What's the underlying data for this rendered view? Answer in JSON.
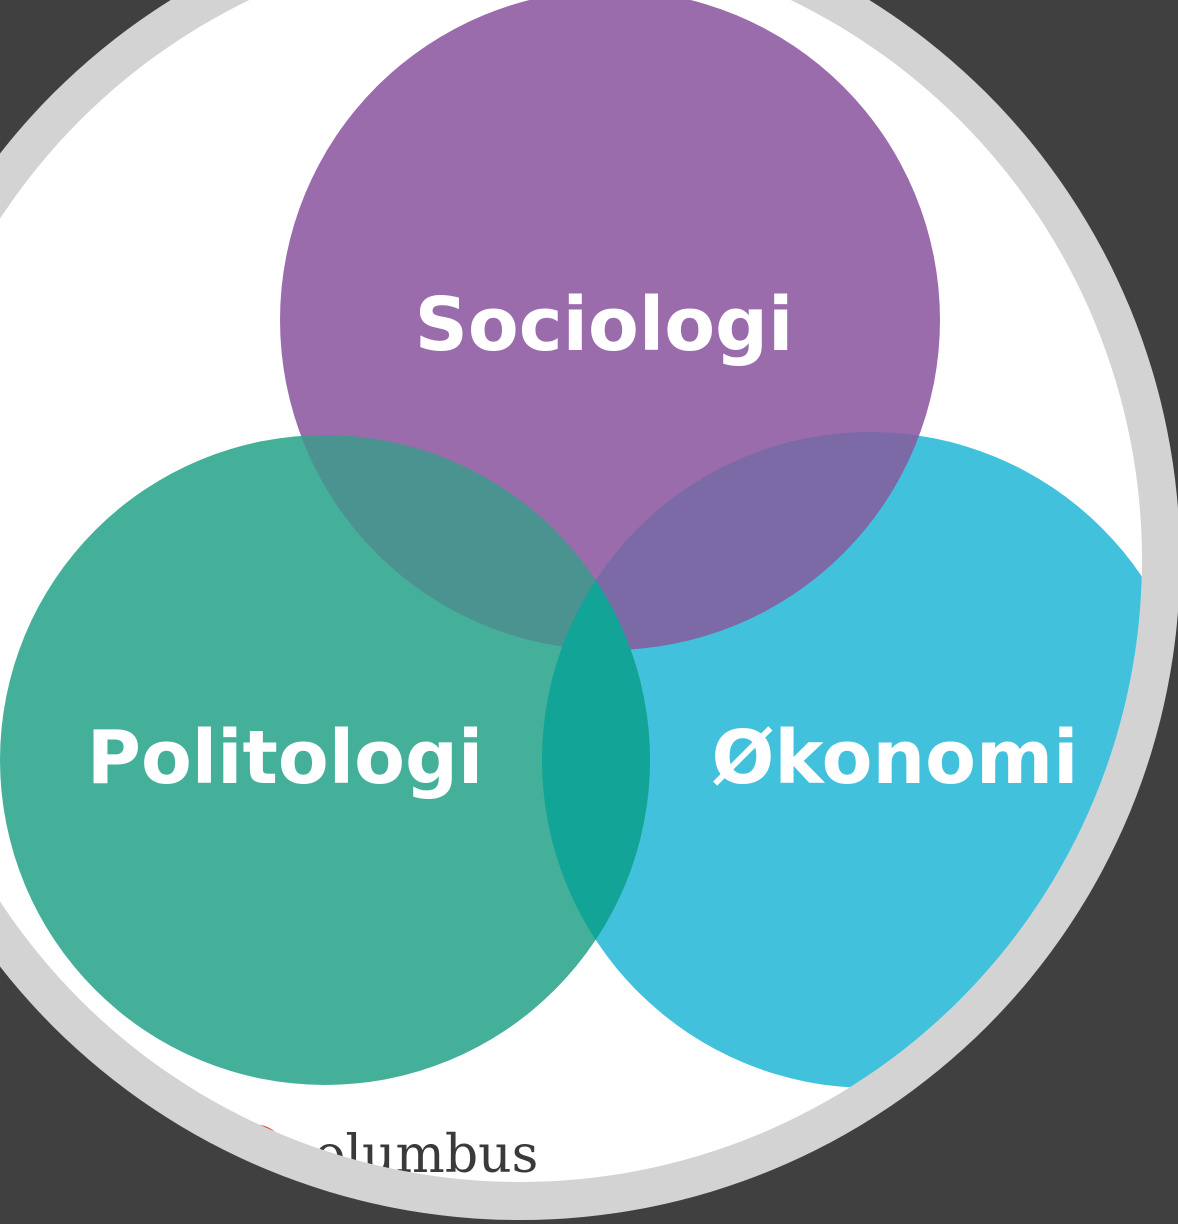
{
  "diagram": {
    "circles": [
      {
        "id": "sociologi",
        "label": "Sociologi",
        "color": "#9B6CAC"
      },
      {
        "id": "politologi",
        "label": "Politologi",
        "color": "#44B09A"
      },
      {
        "id": "okonomi",
        "label": "Økonomi",
        "color": "#42C1DD"
      }
    ],
    "overlap_colors": {
      "sociologi_politologi": "#4A9390",
      "sociologi_okonomi": "#7C6AA6",
      "politologi_okonomi": "#12A497"
    }
  },
  "logo": {
    "text": "columbus",
    "accent_color": "#E0573D",
    "icon": "columbus-logo-icon"
  },
  "theme": {
    "background": "#404040",
    "frame_ring": "#D3D3D3",
    "panel": "#FFFFFF"
  }
}
